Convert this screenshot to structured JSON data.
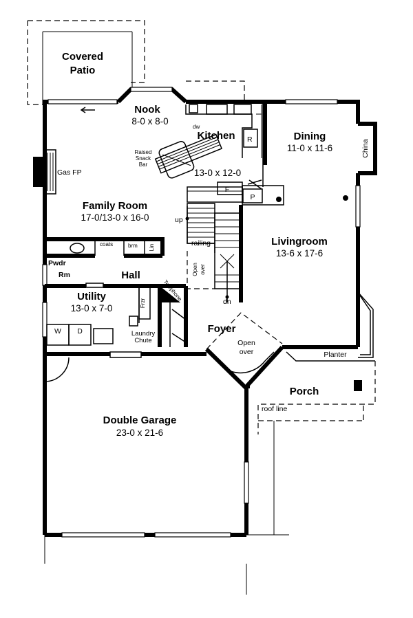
{
  "rooms": {
    "patio": {
      "name_line1": "Covered",
      "name_line2": "Patio"
    },
    "nook": {
      "name": "Nook",
      "dim": "8-0 x 8-0"
    },
    "kitchen": {
      "name": "Kitchen",
      "dim": "13-0 x 12-0"
    },
    "dining": {
      "name": "Dining",
      "dim": "11-0 x 11-6"
    },
    "family": {
      "name": "Family Room",
      "dim": "17-0/13-0 x 16-0"
    },
    "living": {
      "name": "Livingroom",
      "dim": "13-6 x 17-6"
    },
    "hall": {
      "name": "Hall"
    },
    "utility": {
      "name": "Utility",
      "dim": "13-0 x 7-0"
    },
    "foyer": {
      "name": "Foyer"
    },
    "porch": {
      "name": "Porch"
    },
    "garage": {
      "name": "Double Garage",
      "dim": "23-0 x 21-6"
    }
  },
  "labels": {
    "dw": "dw",
    "snack_1": "Raised",
    "snack_2": "Snack",
    "snack_3": "Bar",
    "gas_fp": "Gas FP",
    "r": "R",
    "china": "China",
    "f": "F",
    "p": "P",
    "up": "up",
    "railing": "railing",
    "open_over_1": "Open",
    "open_over_2": "over",
    "coats": "coats",
    "brm": "brm",
    "lin": "Lin",
    "pwdr": "Pwdr",
    "rm": "Rm",
    "telephone": "Telephone",
    "dn": "dn",
    "frzr": "Frzr",
    "w": "W",
    "d": "D",
    "laundry_1": "Laundry",
    "laundry_2": "Chute",
    "foyer_open_1": "Open",
    "foyer_open_2": "over",
    "planter": "Planter",
    "roof_line": "roof line"
  }
}
